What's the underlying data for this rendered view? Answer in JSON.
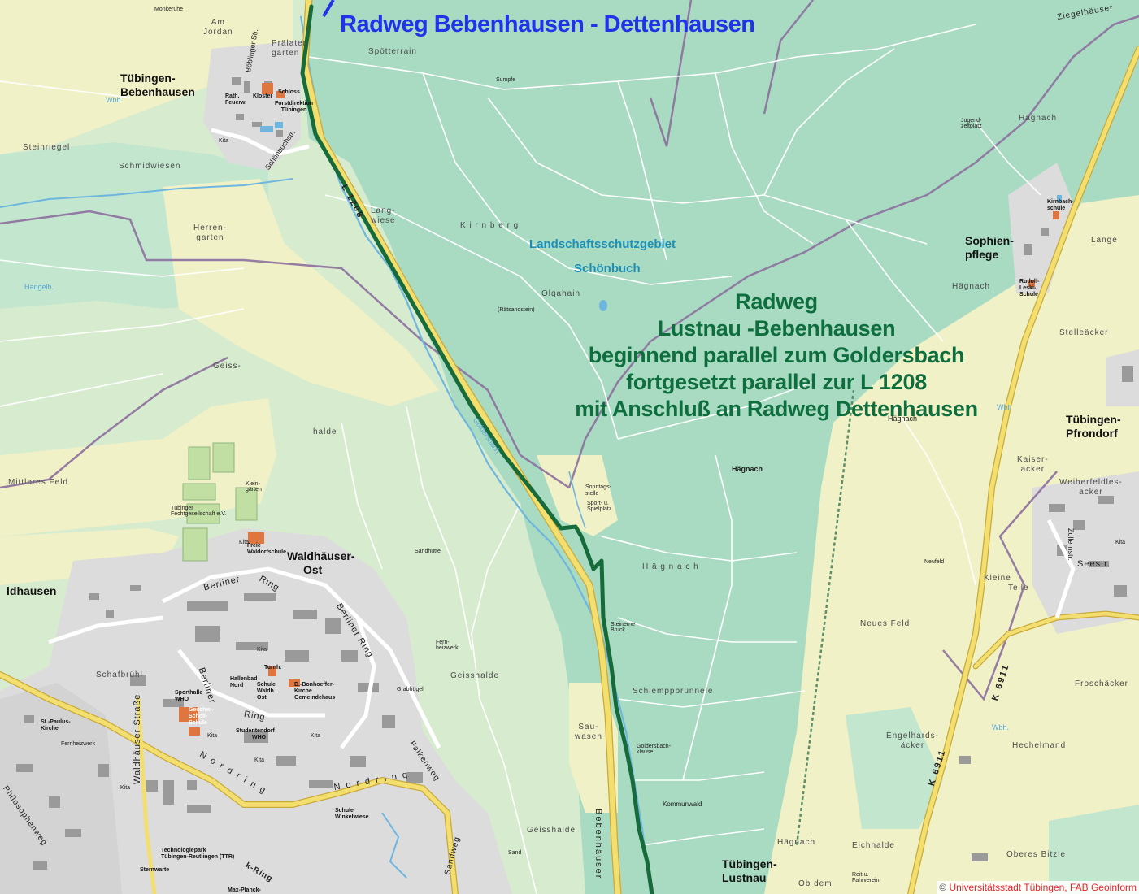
{
  "title": "Radweg Bebenhausen - Dettenhausen",
  "annotation": {
    "lines": [
      "Radweg",
      "Lustnau -Bebenhausen",
      "beginnend parallel zum Goldersbach",
      "fortgesetzt parallel zur L 1208",
      "mit Anschluß an Radweg Dettenhausen"
    ]
  },
  "copyright": {
    "symbol": "©",
    "text": "Universitätsstadt Tübingen, FAB Geoinform"
  },
  "places": {
    "bebenhausen": [
      "Tübingen-",
      "Bebenhausen"
    ],
    "waldhaeuser_ost": [
      "Waldhäuser-",
      "Ost"
    ],
    "waldhausen": "ldhausen",
    "sophienpflege": [
      "Sophien-",
      "pflege"
    ],
    "pfrondorf": [
      "Tübingen-",
      "Pfrondorf"
    ],
    "lustnau": [
      "Tübingen-",
      "Lustnau"
    ]
  },
  "nature_reserve": [
    "Landschaftsschutzgebiet",
    "Schönbuch"
  ],
  "roads": {
    "l1208": "L 1208",
    "k6911_a": "K 6911",
    "k6911_b": "K 6911",
    "berliner_ring_a": "Berliner",
    "berliner_ring_b": "Ring",
    "berliner_ring_c": "Berliner Ring",
    "berliner_ring_d": "Berliner",
    "berliner_ring_e": "Ring",
    "nordring_a": "N o r d r i n g",
    "nordring_b": "N o r d r i n g",
    "waldhaeuser_str": "Waldhäuser Straße",
    "boebinger_str": "Böblinger Str.",
    "schoenbuchstr": "Schönbuchstr.",
    "bebenhaeuser": "Bebenhäuser",
    "falkenweg": "Falkenweg",
    "sandweg": "Sandweg",
    "philosophenweg": "Philosophenweg",
    "zollernstr": "Zollernstr.",
    "seestr": "Seestr.",
    "ziegelhaeuser": "Ziegelhäuser"
  },
  "fields": {
    "monkenke": "Monkerühe",
    "am_jordan": [
      "Am",
      "Jordan"
    ],
    "praelatengarten": [
      "Prälaten",
      "garten"
    ],
    "spoetterrain": "Spötterrain",
    "steinriegel": "Steinriegel",
    "schmidwiesen": "Schmidwiesen",
    "herrengarten": [
      "Herren-",
      "garten"
    ],
    "langwiese": [
      "Lang-",
      "wiese"
    ],
    "kirnberg": "K i r n b e r g",
    "olgahain": "Olgahain",
    "raetsandstein": "(Rätsandstein)",
    "geiss": "Geiss-",
    "halde": "halde",
    "mittleres_feld": "Mittleres Feld",
    "haegnach_1": "Hägnach",
    "haegnach_2": "Hägnach",
    "haegnach_3": "Hägnach",
    "haegnach_4": "H ä g n a c h",
    "haegnach_5": "Hägnach",
    "haegnach_6": "Hägnach",
    "lange": "Lange",
    "stelleaecker": "Stelleäcker",
    "kaiseraecker": [
      "Kaiser-",
      "acker"
    ],
    "weiherfeldlesacker": [
      "Weiherfeldles-",
      "acker"
    ],
    "kleine_teile": [
      "Kleine",
      "Teile"
    ],
    "neues_feld": "Neues Feld",
    "froschaecker": "Froschäcker",
    "hechelmand": "Hechelmand",
    "engelhardsaecker": [
      "Engelhards-",
      "äcker"
    ],
    "eichhalde": "Eichhalde",
    "oberes_bitzle": "Oberes Bitzle",
    "ob_dem": "Ob dem",
    "schafbruehl": "Schafbrühl",
    "geisshalde": "Geisshalde",
    "geisshalde_2": "Geisshalde",
    "schlempbruennele": "Schlemppbrünnele",
    "sauwasen": [
      "Sau-",
      "wasen"
    ],
    "sonntagsstelle": [
      "Sonntags-",
      "stelle"
    ],
    "kommunwald": "Kommunwald",
    "grabhuegel": "Grabhügel",
    "sandhuette": "Sandhütte",
    "neufeld": "Neufeld",
    "sand": "Sand"
  },
  "water": {
    "goldersbach": "Goldersbach",
    "wbh_1": "Wbh",
    "wbh_2": "Wbh",
    "wbh_3": "Wbh.",
    "huegel": "Hangelb."
  },
  "institutions": {
    "kloster": "Kloster",
    "schloss": "Schloss",
    "forstdirektion": [
      "Forstdirektion",
      "Tübingen"
    ],
    "rathaus": [
      "Rath.",
      "Feuerw."
    ],
    "freie_waldorfschule": [
      "Freie",
      "Waldorfschule"
    ],
    "hallenbad": [
      "Hallenbad",
      "Nord"
    ],
    "turnhalle": "Turnh.",
    "schule_waldh_ost": [
      "Schule",
      "Waldh.",
      "Ost"
    ],
    "bonhoeffer": [
      "D.-Bonhoeffer-",
      "Kirche",
      "Gemeindehaus"
    ],
    "sporthalle": [
      "Sporthalle",
      "WHO"
    ],
    "geschw_scholl": [
      "Geschw.-",
      "Scholl-",
      "Schule"
    ],
    "studentendorf": [
      "Studentendorf",
      "WHO"
    ],
    "st_paulus": [
      "St.-Paulus-",
      "Kirche"
    ],
    "schule_winkelwiese": [
      "Schule",
      "Winkelwiese"
    ],
    "technologiepark": [
      "Technologiepark",
      "Tübingen-Reutlingen (TTR)"
    ],
    "sternwarte": "Sternwarte",
    "kirnbachschule": [
      "Kirnbach-",
      "schule"
    ],
    "rudolf_leski": [
      "Rudolf-",
      "Leski-",
      "Schule"
    ],
    "kita": "Kita",
    "steinerne_bruck": [
      "Steinerne",
      "Bruck"
    ],
    "goldersbachklause": [
      "Goldersbach-",
      "klause"
    ],
    "sport_spielplatz": [
      "Sport- u.",
      "Spielplatz"
    ],
    "kleingarten": [
      "Klein-",
      "gärten"
    ],
    "fernheizwerk": [
      "Fern-",
      "heizwerk"
    ],
    "tuebinger_fechtgesellschaft": [
      "Tübinger",
      "Fechtgesellschaft e.V."
    ],
    "jugendzeltplatz": [
      "Jugend-",
      "zeltplatz"
    ],
    "sumpfe": "Sumpfe",
    "reit_fahrverein": [
      "Reit-u.",
      "Fahrverein"
    ],
    "hellenbad": "Fernheizwerk",
    "max_planck": "Max-Planck-",
    "schafbruehl_ring": "k-Ring"
  },
  "colors": {
    "forest": "#a9dbc3",
    "meadow": "#f1f1c7",
    "built": "#dcdcdc",
    "building": "#9a9a9a",
    "route": "#176b3a",
    "main_road": "#f3df6f",
    "boundary": "#8c6f9d",
    "stream": "#6fb6df",
    "title": "#2033e8",
    "annotation": "#0e6e3e",
    "copyright": "#e8242b"
  }
}
